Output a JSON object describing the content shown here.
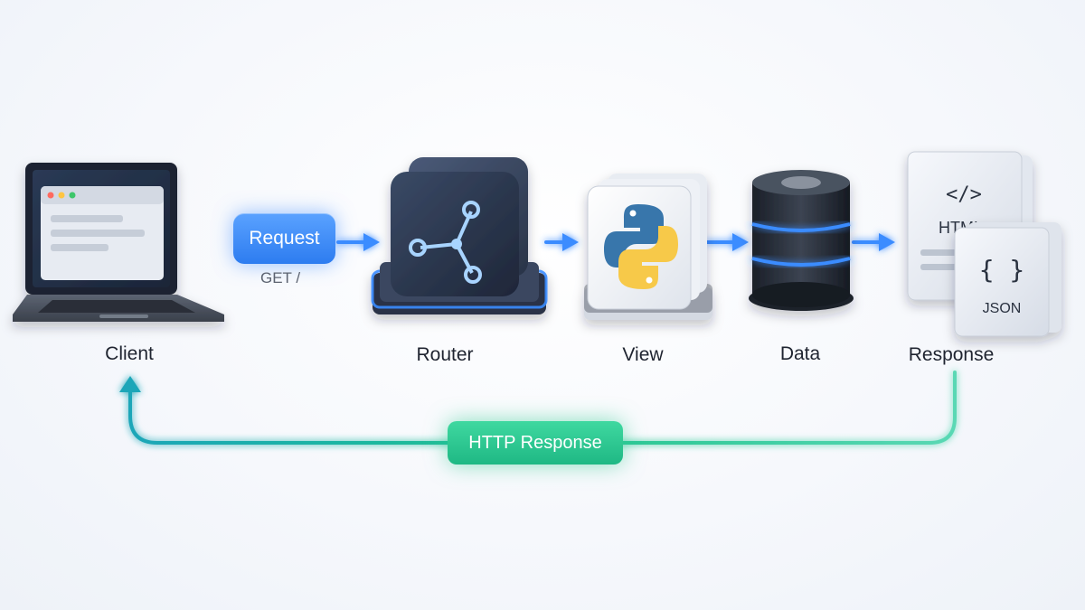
{
  "nodes": {
    "client": "Client",
    "router": "Router",
    "view": "View",
    "data": "Data",
    "response": "Response"
  },
  "request": {
    "label": "Request",
    "method": "GET /"
  },
  "documents": {
    "html_tag": "</>",
    "html_label": "HTML",
    "json_braces": "{ }",
    "json_label": "JSON"
  },
  "return_flow": {
    "label": "HTTP Response"
  },
  "colors": {
    "request_flow": "#3b8cff",
    "return_flow": "#22c48e",
    "router_body": "#2a3548",
    "python_blue": "#3776ab",
    "python_yellow": "#f7c948"
  },
  "icons": [
    "laptop-icon",
    "router-node-icon",
    "python-logo-icon",
    "database-icon",
    "html-document-icon",
    "json-document-icon"
  ]
}
